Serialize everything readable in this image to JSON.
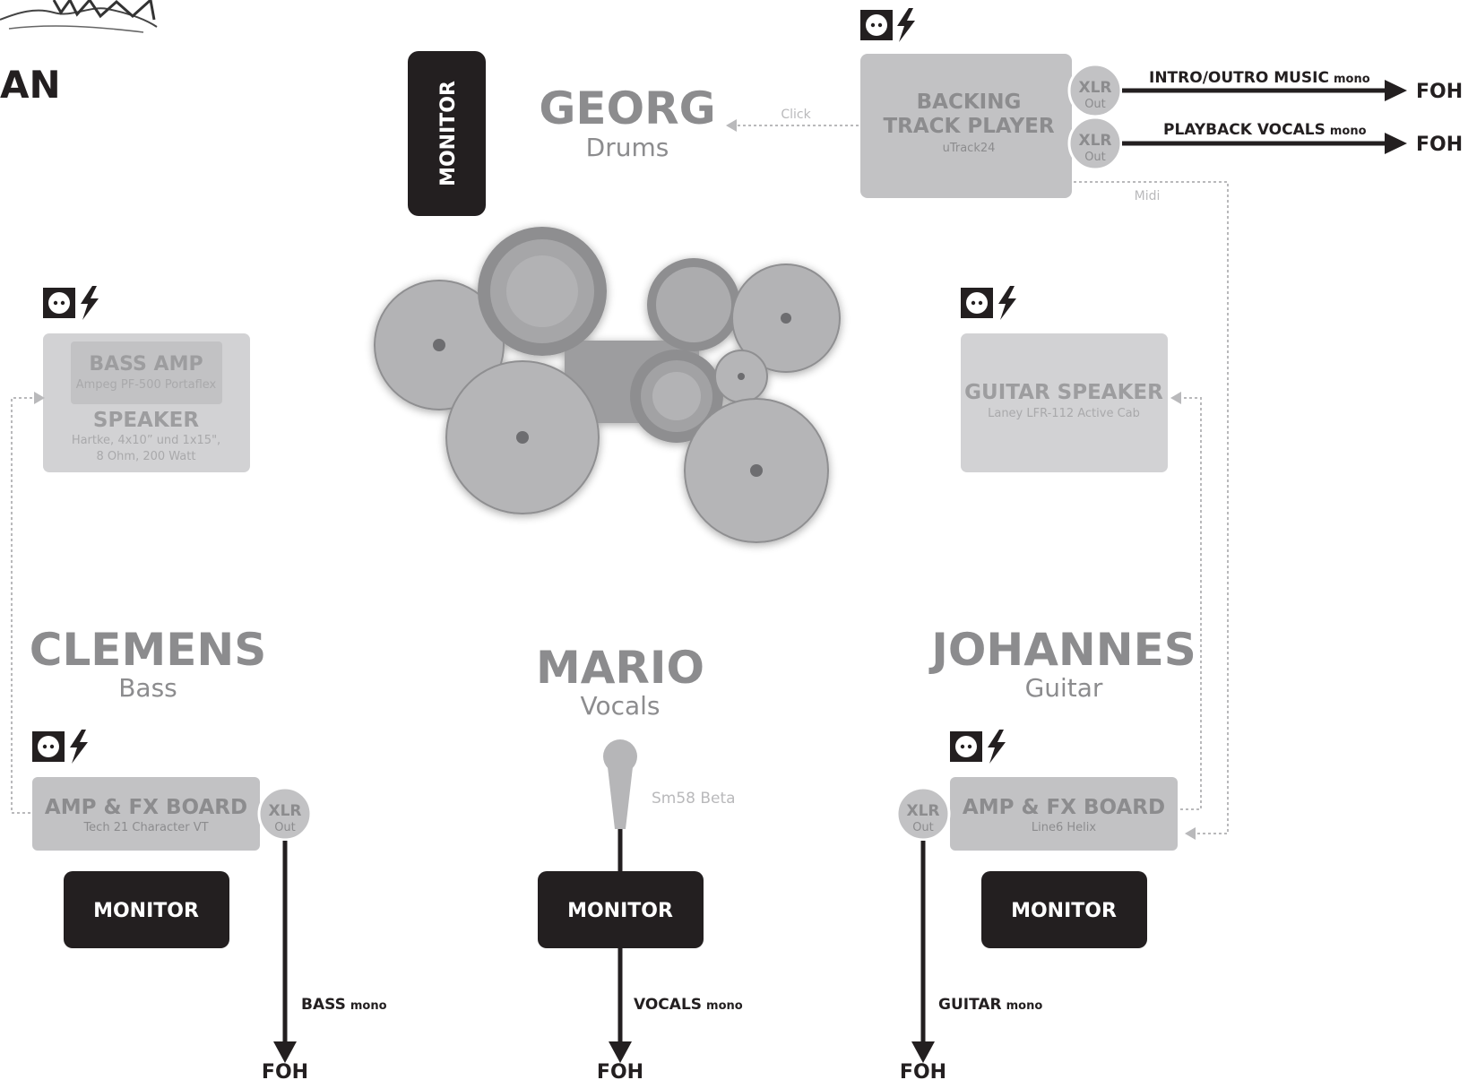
{
  "header": {
    "title_fragment": "AN"
  },
  "colors": {
    "box": "#c2c2c4",
    "box_light": "#d2d2d4",
    "dark": "#231f20",
    "name": "#8c8c8e",
    "text_light": "#a9a9ab",
    "line": "#b9b9bb"
  },
  "drummer": {
    "name": "GEORG",
    "instrument": "Drums"
  },
  "bassist": {
    "name": "CLEMENS",
    "instrument": "Bass"
  },
  "singer": {
    "name": "MARIO",
    "instrument": "Vocals"
  },
  "guitarist": {
    "name": "JOHANNES",
    "instrument": "Guitar"
  },
  "monitor_label": "MONITOR",
  "backing_track": {
    "title_line1": "BACKING",
    "title_line2": "TRACK PLAYER",
    "model": "uTrack24",
    "click_label": "Click",
    "midi_label": "Midi"
  },
  "xlr": {
    "label": "XLR",
    "sub": "Out"
  },
  "foh": "FOH",
  "mono": "mono",
  "outputs": {
    "intro": "INTRO/OUTRO MUSIC",
    "playback": "PLAYBACK VOCALS",
    "bass": "BASS",
    "vocals": "VOCALS",
    "guitar": "GUITAR"
  },
  "bass_amp": {
    "title": "BASS AMP",
    "model": "Ampeg PF-500 Portaflex",
    "speaker_title": "SPEAKER",
    "speaker_line1": "Hartke, 4x10” und 1x15\",",
    "speaker_line2": "8 Ohm, 200 Watt"
  },
  "guitar_speaker": {
    "title": "GUITAR SPEAKER",
    "model": "Laney LFR-112 Active Cab"
  },
  "bass_board": {
    "title": "AMP & FX BOARD",
    "model": "Tech 21 Character VT"
  },
  "guitar_board": {
    "title": "AMP & FX BOARD",
    "model": "Line6 Helix"
  },
  "mic": {
    "model": "Sm58 Beta"
  },
  "icons": [
    "power-socket-icon",
    "lightning-icon",
    "microphone-icon",
    "drum-kit-icon"
  ]
}
